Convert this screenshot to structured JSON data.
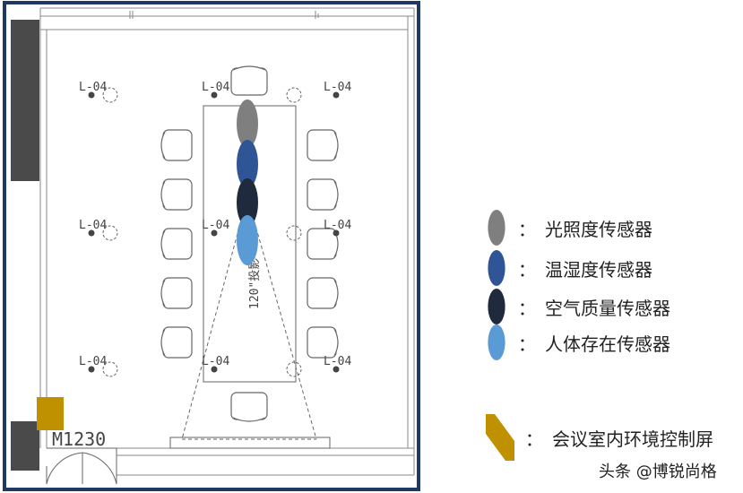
{
  "plan": {
    "door_code": "M1230",
    "lamp_label": "L-04",
    "projection_label": "120\"投影",
    "colors": {
      "wall": "#1f3864",
      "light_sensor": "#7f7f7f",
      "temp_humidity_sensor": "#2f5597",
      "air_quality_sensor": "#1f2a3d",
      "presence_sensor": "#5b9bd5",
      "control_screen": "#bf9000",
      "cabinet": "#4a4a4a"
    }
  },
  "legend": [
    {
      "icon": "light-sensor-icon",
      "label": "光照度传感器",
      "color": "#7f7f7f"
    },
    {
      "icon": "temp-humidity-sensor-icon",
      "label": "温湿度传感器",
      "color": "#2f5597"
    },
    {
      "icon": "air-quality-sensor-icon",
      "label": "空气质量传感器",
      "color": "#1f2a3d"
    },
    {
      "icon": "presence-sensor-icon",
      "label": "人体存在传感器",
      "color": "#5b9bd5"
    },
    {
      "icon": "control-screen-icon",
      "label": "会议室内环境控制屏",
      "color": "#bf9000"
    }
  ],
  "colon": "：",
  "watermark": "头条 @博锐尚格"
}
